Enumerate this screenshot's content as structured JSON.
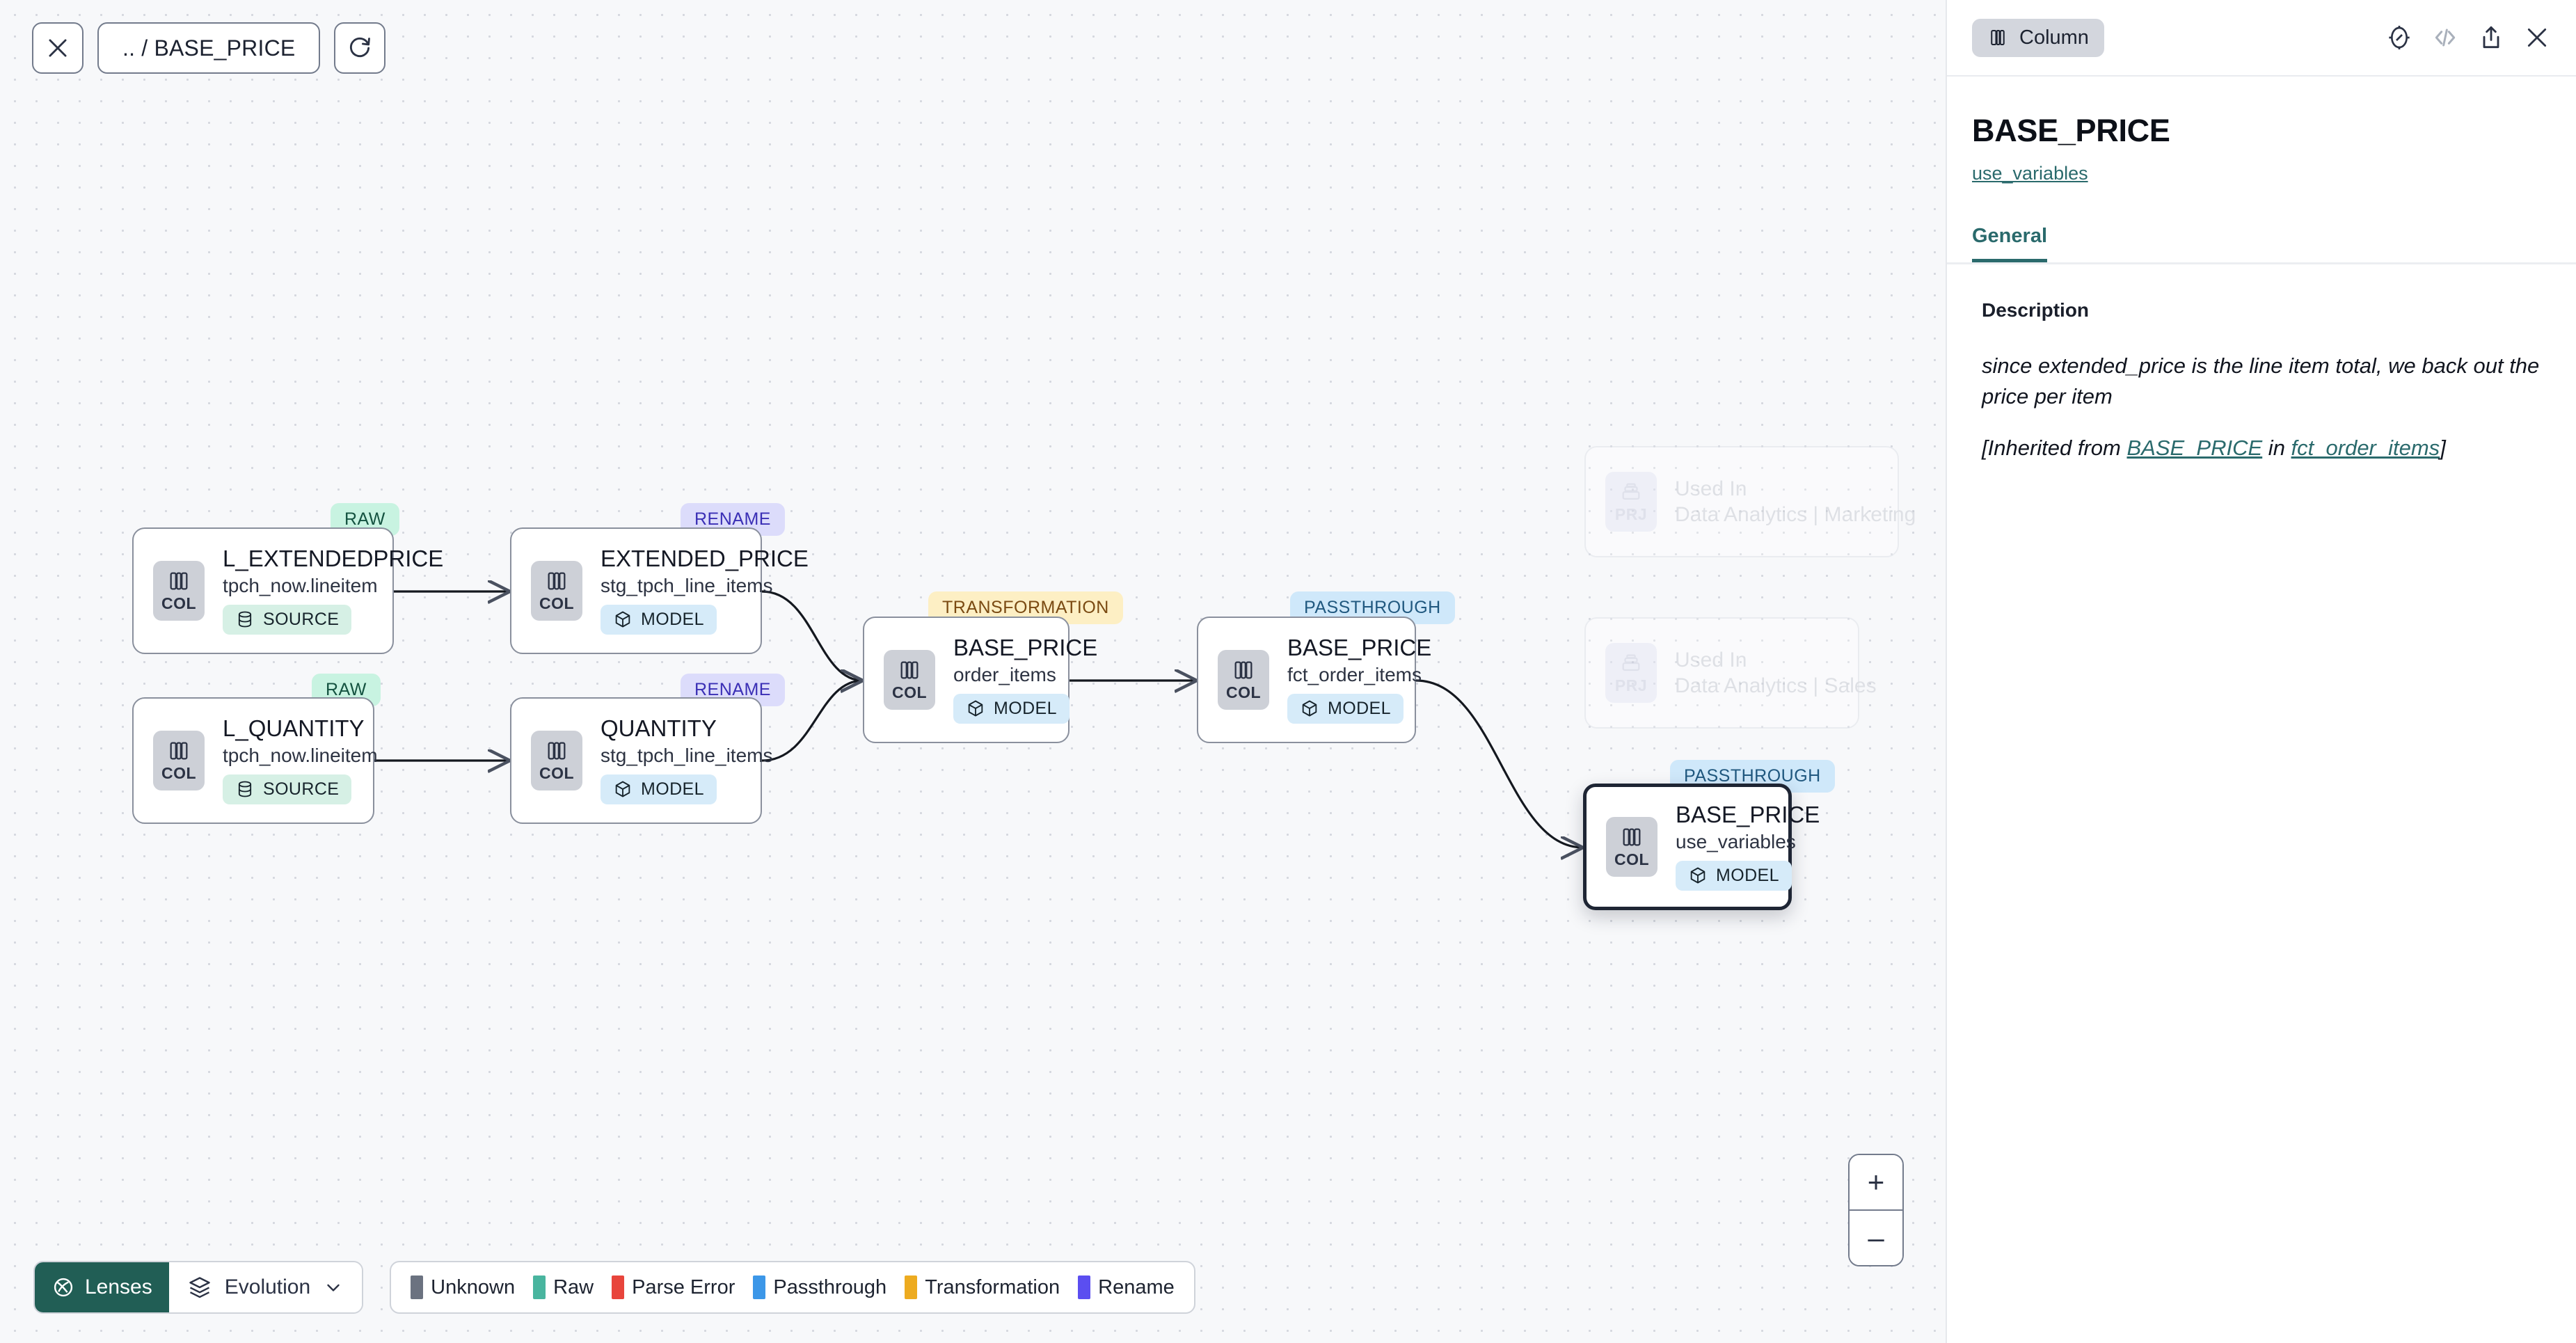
{
  "toolbar": {
    "close_label": "close-canvas",
    "breadcrumb": ".. / BASE_PRICE",
    "refresh_label": "refresh"
  },
  "graph": {
    "nodes": [
      {
        "id": "l_extendedprice",
        "badge": "RAW",
        "badge_kind": "raw",
        "chip": "COL",
        "title": "L_EXTENDEDPRICE",
        "subtitle": "tpch_now.lineitem",
        "kind": "SOURCE",
        "kind_class": "source"
      },
      {
        "id": "l_quantity",
        "badge": "RAW",
        "badge_kind": "raw",
        "chip": "COL",
        "title": "L_QUANTITY",
        "subtitle": "tpch_now.lineitem",
        "kind": "SOURCE",
        "kind_class": "source"
      },
      {
        "id": "extended_price",
        "badge": "RENAME",
        "badge_kind": "rename",
        "chip": "COL",
        "title": "EXTENDED_PRICE",
        "subtitle": "stg_tpch_line_items",
        "kind": "MODEL",
        "kind_class": "model"
      },
      {
        "id": "quantity",
        "badge": "RENAME",
        "badge_kind": "rename",
        "chip": "COL",
        "title": "QUANTITY",
        "subtitle": "stg_tpch_line_items",
        "kind": "MODEL",
        "kind_class": "model"
      },
      {
        "id": "base_price_order_items",
        "badge": "TRANSFORMATION",
        "badge_kind": "transformation",
        "chip": "COL",
        "title": "BASE_PRICE",
        "subtitle": "order_items",
        "kind": "MODEL",
        "kind_class": "model"
      },
      {
        "id": "base_price_fct_order_items",
        "badge": "PASSTHROUGH",
        "badge_kind": "passthrough",
        "chip": "COL",
        "title": "BASE_PRICE",
        "subtitle": "fct_order_items",
        "kind": "MODEL",
        "kind_class": "model"
      },
      {
        "id": "base_price_use_variables",
        "badge": "PASSTHROUGH",
        "badge_kind": "passthrough",
        "chip": "COL",
        "title": "BASE_PRICE",
        "subtitle": "use_variables",
        "kind": "MODEL",
        "kind_class": "model",
        "selected": true
      }
    ],
    "used_in": [
      {
        "chip": "PRJ",
        "label": "Used In",
        "name": "Data Analytics | Marketing"
      },
      {
        "chip": "PRJ",
        "label": "Used In",
        "name": "Data Analytics | Sales"
      }
    ]
  },
  "bottom": {
    "lenses_label": "Lenses",
    "evolution_label": "Evolution",
    "legend": [
      {
        "label": "Unknown",
        "color": "#6b7280"
      },
      {
        "label": "Raw",
        "color": "#49b59f"
      },
      {
        "label": "Parse Error",
        "color": "#e8453c"
      },
      {
        "label": "Passthrough",
        "color": "#3c97e8"
      },
      {
        "label": "Transformation",
        "color": "#edab20"
      },
      {
        "label": "Rename",
        "color": "#5b4ef0"
      }
    ]
  },
  "zoom_controls": {
    "zoom_in": "+",
    "zoom_out": "–"
  },
  "panel": {
    "type_label": "Column",
    "title": "BASE_PRICE",
    "parent_link": "use_variables",
    "tabs": [
      {
        "label": "General",
        "active": true
      }
    ],
    "description_heading": "Description",
    "description_text": "since extended_price is the line item total, we back out the price per item",
    "inherited_prefix": "[Inherited from ",
    "inherited_column": "BASE_PRICE",
    "inherited_middle": " in ",
    "inherited_model": "fct_order_items",
    "inherited_suffix": "]"
  },
  "colors": {
    "accent_teal": "#2a6a6c",
    "lens_green": "#215e55",
    "canvas_bg": "#f7f8fa"
  }
}
